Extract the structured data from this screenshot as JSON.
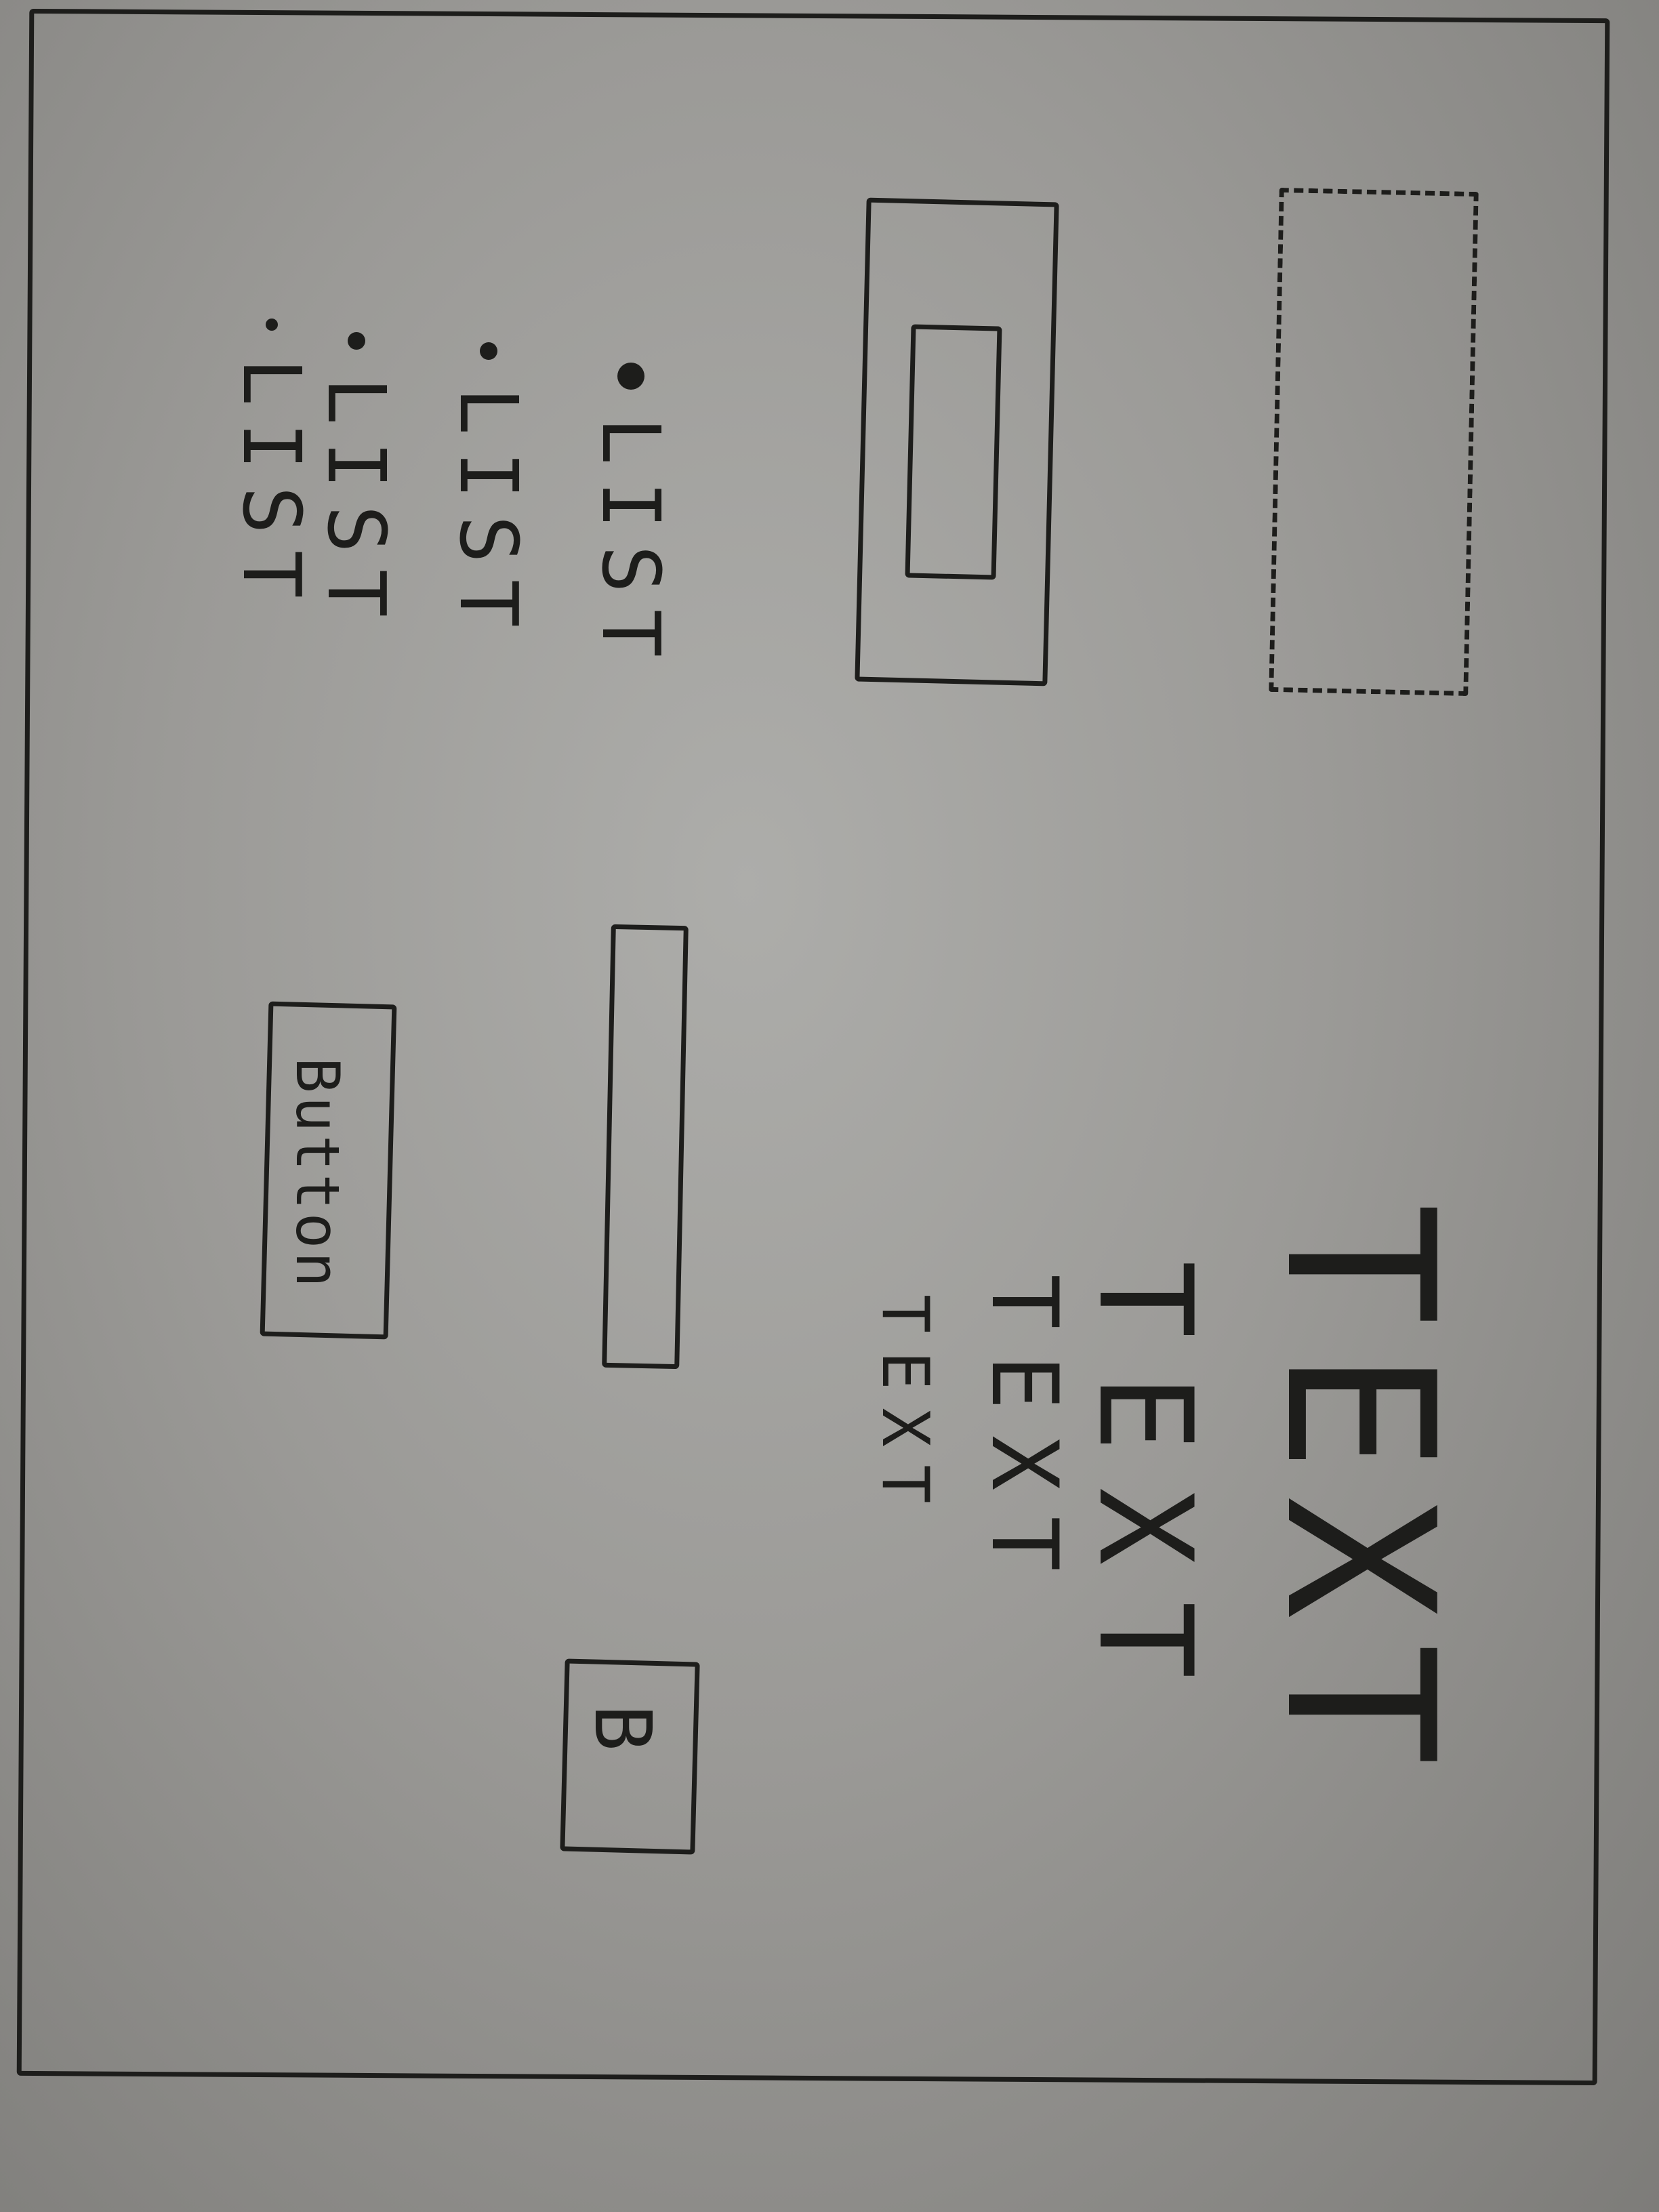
{
  "texts": {
    "heading_1": "TEXT",
    "heading_2": "TEXT",
    "heading_3": "TEXT",
    "heading_4": "TEXT"
  },
  "list": {
    "items": [
      "LIST",
      "LIST",
      "LIST",
      "LIST"
    ]
  },
  "buttons": {
    "main_label": "Button",
    "square_label": "B"
  },
  "input": {
    "value": ""
  }
}
